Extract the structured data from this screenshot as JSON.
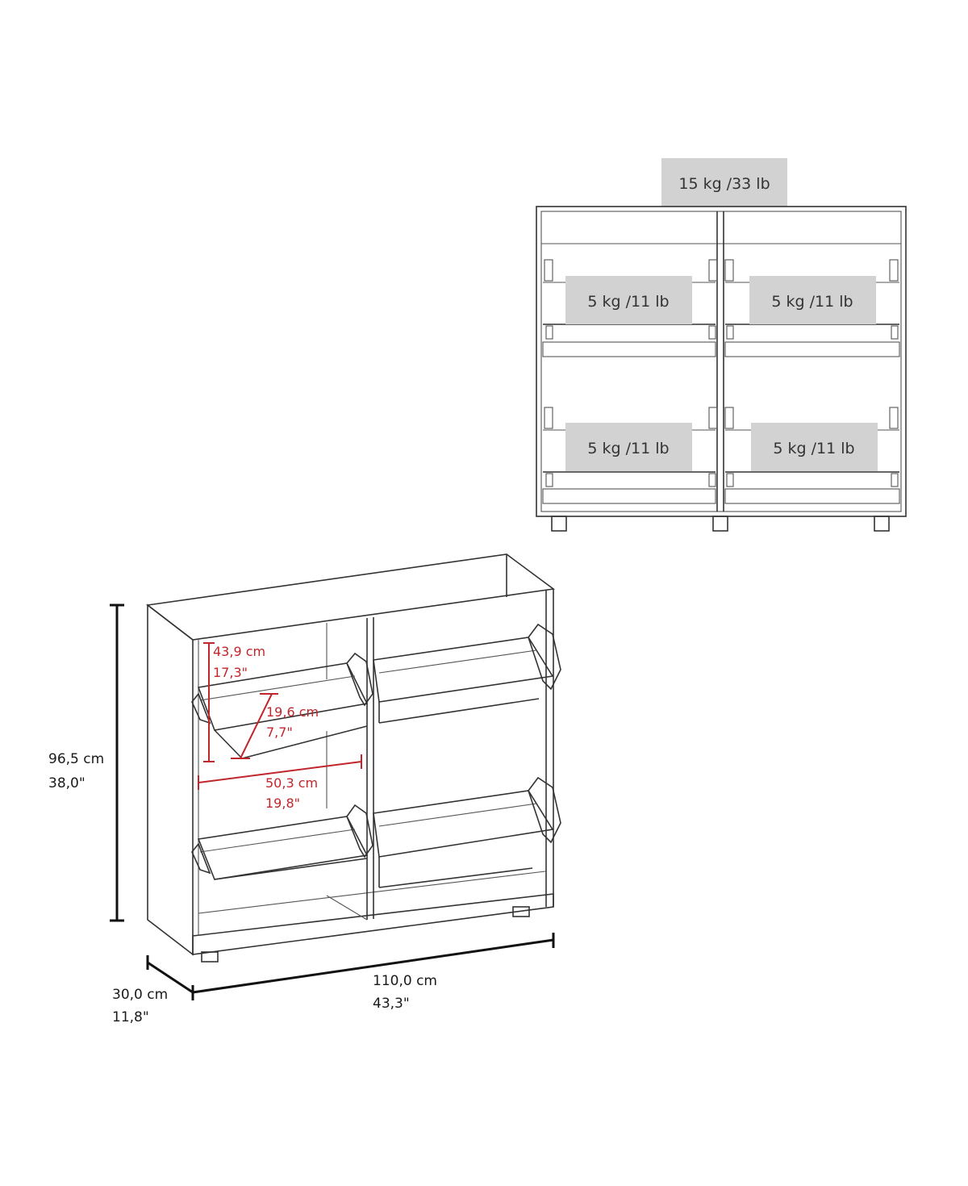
{
  "front_view": {
    "top_load": "15 kg /33 lb",
    "compartment_loads": [
      "5 kg /11 lb",
      "5 kg /11 lb",
      "5 kg /11 lb",
      "5 kg /11 lb"
    ]
  },
  "dimensions": {
    "height_cm": "96,5 cm",
    "height_in": "38,0\"",
    "depth_cm": "30,0 cm",
    "depth_in": "11,8\"",
    "width_cm": "110,0 cm",
    "width_in": "43,3\"",
    "interior_height_cm": "43,9 cm",
    "interior_height_in": "17,3\"",
    "drawer_depth_cm": "19,6 cm",
    "drawer_depth_in": "7,7\"",
    "interior_width_cm": "50,3 cm",
    "interior_width_in": "19,8\""
  },
  "colors": {
    "outline": "#333333",
    "load_box": "#d2d2d2",
    "dimension_red": "#c0262b"
  }
}
